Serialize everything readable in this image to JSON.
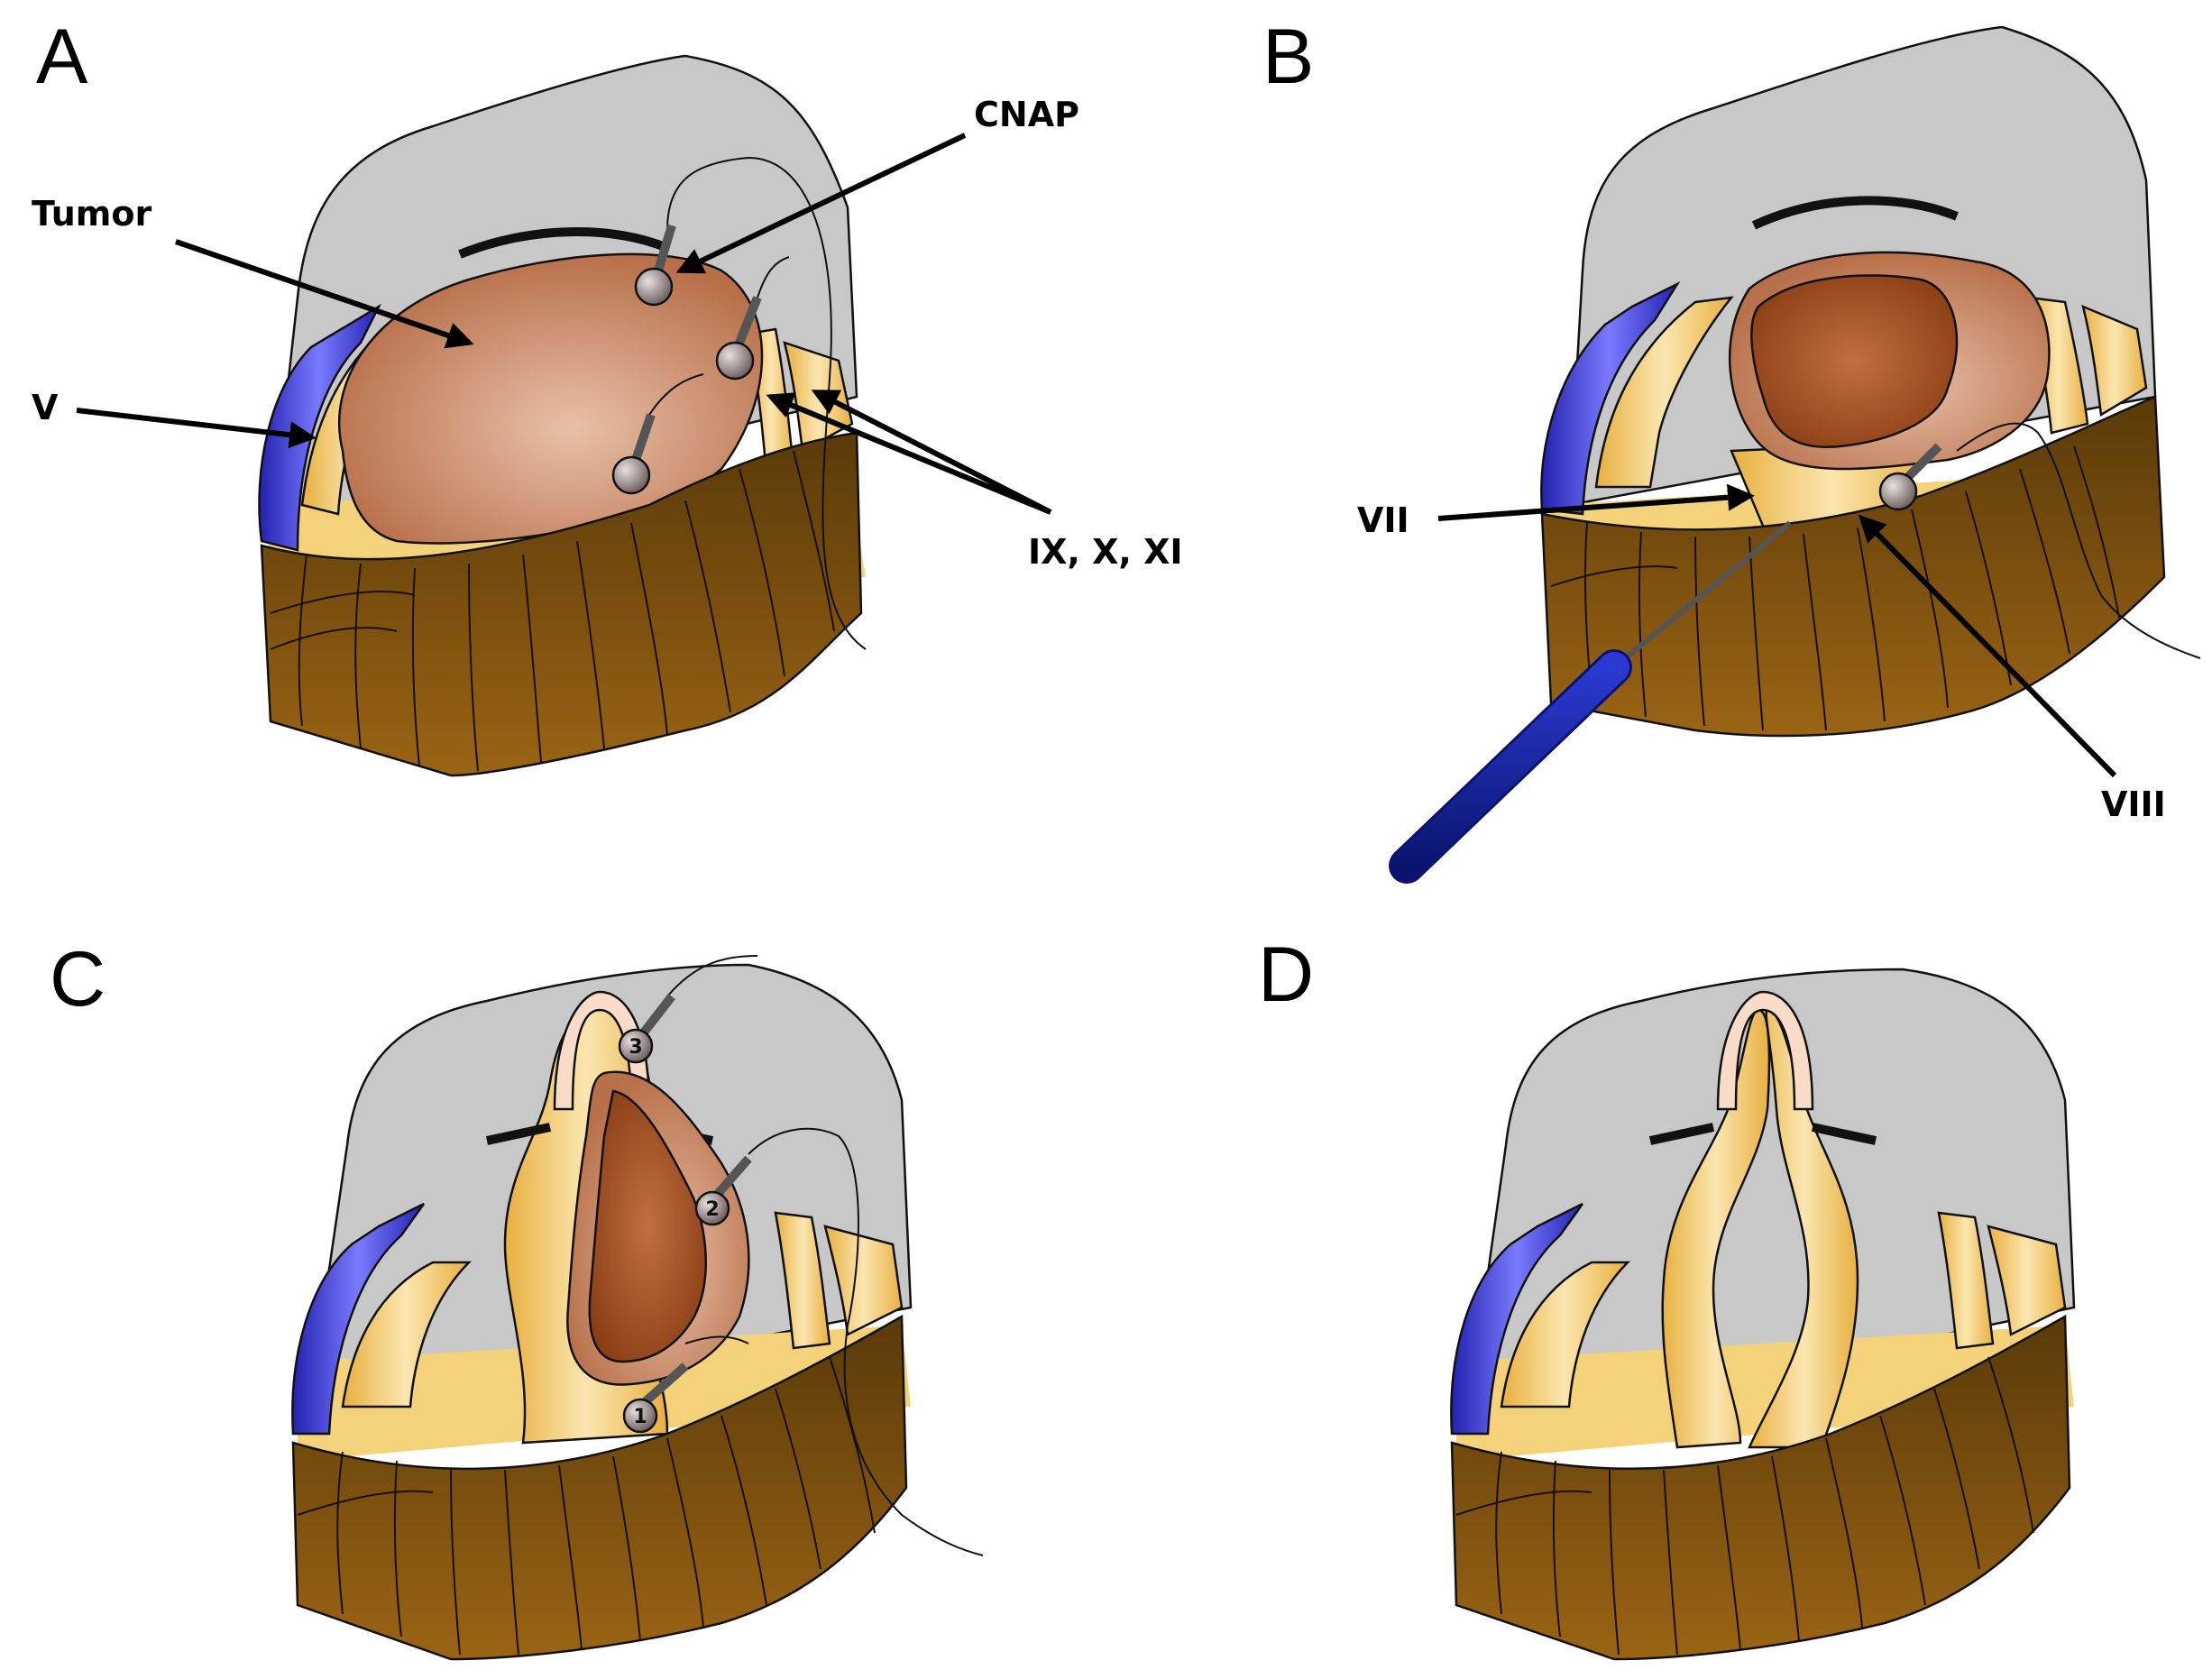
{
  "panels": {
    "a": {
      "letter": "A"
    },
    "b": {
      "letter": "B"
    },
    "c": {
      "letter": "C"
    },
    "d": {
      "letter": "D"
    }
  },
  "labels": {
    "tumor": "Tumor",
    "cnap": "CNAP",
    "v": "V",
    "ix_x_xi": "IX, X, XI",
    "vii": "VII",
    "viii": "VIII"
  },
  "electrodes": [
    "1",
    "2",
    "3"
  ],
  "colors": {
    "dura": "#c8c8c8",
    "tumor": "#c8805a",
    "nerve": "#f0c050",
    "muscle": "#8a5a14",
    "vessel": "#4a4ae0",
    "probe": "#1f2fa8"
  }
}
